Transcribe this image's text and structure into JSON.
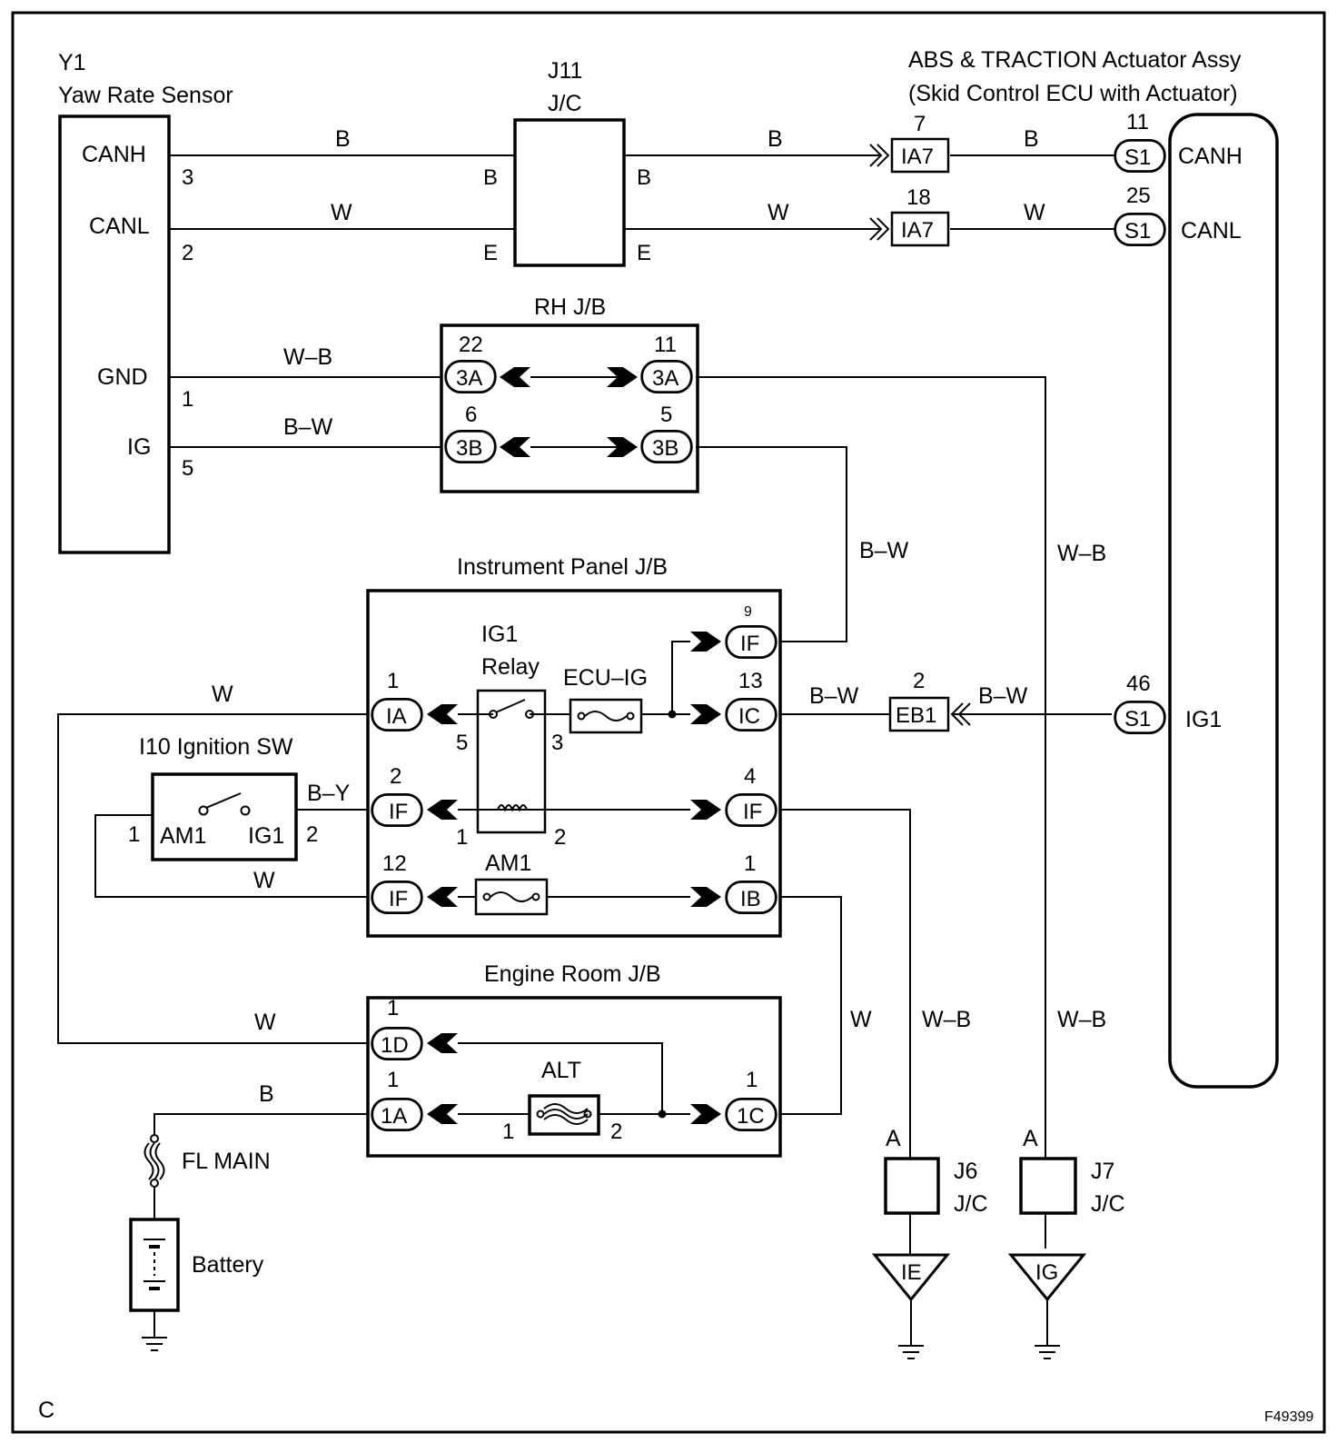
{
  "components": {
    "yaw_sensor": {
      "ref": "Y1",
      "name": "Yaw Rate Sensor"
    },
    "abs": {
      "name_line1": "ABS & TRACTION Actuator Assy",
      "name_line2": "(Skid Control ECU with Actuator)"
    },
    "j11": {
      "ref": "J11",
      "type": "J/C"
    },
    "rh_jb": {
      "name": "RH J/B"
    },
    "ip_jb": {
      "name": "Instrument Panel J/B"
    },
    "ig1_relay": {
      "line1": "IG1",
      "line2": "Relay"
    },
    "ecu_ig_fuse": {
      "name": "ECU–IG"
    },
    "am1_fuse": {
      "name": "AM1"
    },
    "ignition_sw": {
      "name": "I10 Ignition SW",
      "t1": "AM1",
      "t2": "IG1"
    },
    "er_jb": {
      "name": "Engine Room J/B"
    },
    "alt_fuse": {
      "name": "ALT"
    },
    "fl_main": {
      "name": "FL MAIN"
    },
    "battery": {
      "name": "Battery"
    },
    "j6": {
      "ref": "J6",
      "type": "J/C",
      "pin": "A"
    },
    "j7": {
      "ref": "J7",
      "type": "J/C",
      "pin": "A"
    },
    "ground_ie": {
      "name": "IE"
    },
    "ground_ig": {
      "name": "IG"
    }
  },
  "terminals": {
    "canh": "CANH",
    "canl": "CANL",
    "gnd": "GND",
    "ig": "IG",
    "abs_canh": "CANH",
    "abs_canl": "CANL",
    "abs_ig1": "IG1"
  },
  "connectors": {
    "ia7": "IA7",
    "s1": "S1",
    "c3a": "3A",
    "c3b": "3B",
    "eb1": "EB1",
    "ia": "IA",
    "if": "IF",
    "ic": "IC",
    "ib": "IB",
    "c1d": "1D",
    "c1a": "1A",
    "c1c": "1C"
  },
  "pins": {
    "p3": "3",
    "p2": "2",
    "p1": "1",
    "p5": "5",
    "j11_b": "B",
    "j11_e": "E",
    "ia7_canh": "7",
    "ia7_canl": "18",
    "s1_canh": "11",
    "s1_canl": "25",
    "s1_ig1": "46",
    "rh_3a_in": "22",
    "rh_3a_out": "11",
    "rh_3b_in": "6",
    "rh_3b_out": "5",
    "ip_if9": "9",
    "ip_ia1": "1",
    "ip_ic13": "13",
    "ip_if2": "2",
    "ip_if4": "4",
    "ip_if12": "12",
    "ip_ib1": "1",
    "eb1_pin": "2",
    "relay_5": "5",
    "relay_3": "3",
    "relay_1": "1",
    "relay_2": "2",
    "sw_1": "1",
    "sw_2": "2",
    "er_1d": "1",
    "er_1a": "1",
    "er_1c": "1",
    "alt_1": "1",
    "alt_2": "2"
  },
  "wires": {
    "b": "B",
    "w": "W",
    "wb": "W–B",
    "bw": "B–W",
    "by": "B–Y"
  },
  "footer": {
    "corner": "C",
    "code": "F49399"
  }
}
